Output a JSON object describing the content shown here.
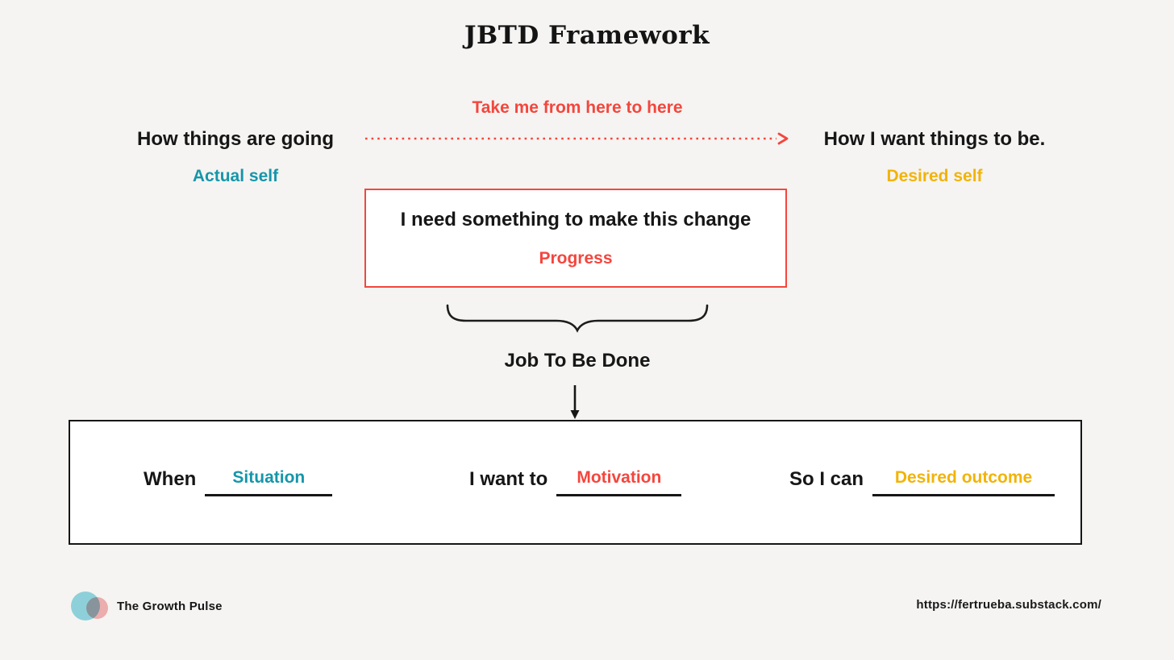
{
  "colors": {
    "background": "#f5f4f2",
    "ink": "#161616",
    "red": "#f4463d",
    "teal": "#1596aa",
    "yellow": "#f2b308",
    "box_background": "#ffffff",
    "logo_teal": "#8ed0d9",
    "logo_pink": "#f5b5b6"
  },
  "title": "JBTD Framework",
  "journey": {
    "arrow_label": "Take me from here to here",
    "from": "How things are going",
    "from_sub": "Actual self",
    "to": "How I want things to be.",
    "to_sub": "Desired self"
  },
  "change_box": {
    "line1": "I need something to make this change",
    "line2": "Progress"
  },
  "jtbd": {
    "label": "Job To Be Done"
  },
  "statement": {
    "parts": [
      {
        "prefix": "When",
        "blank": "Situation",
        "color": "#1596aa"
      },
      {
        "prefix": "I want to",
        "blank": "Motivation",
        "color": "#f4463d"
      },
      {
        "prefix": "So I can",
        "blank": "Desired outcome",
        "color": "#f2b308"
      }
    ]
  },
  "footer": {
    "brand": "The Growth Pulse",
    "url": "https://fertrueba.substack.com/"
  }
}
